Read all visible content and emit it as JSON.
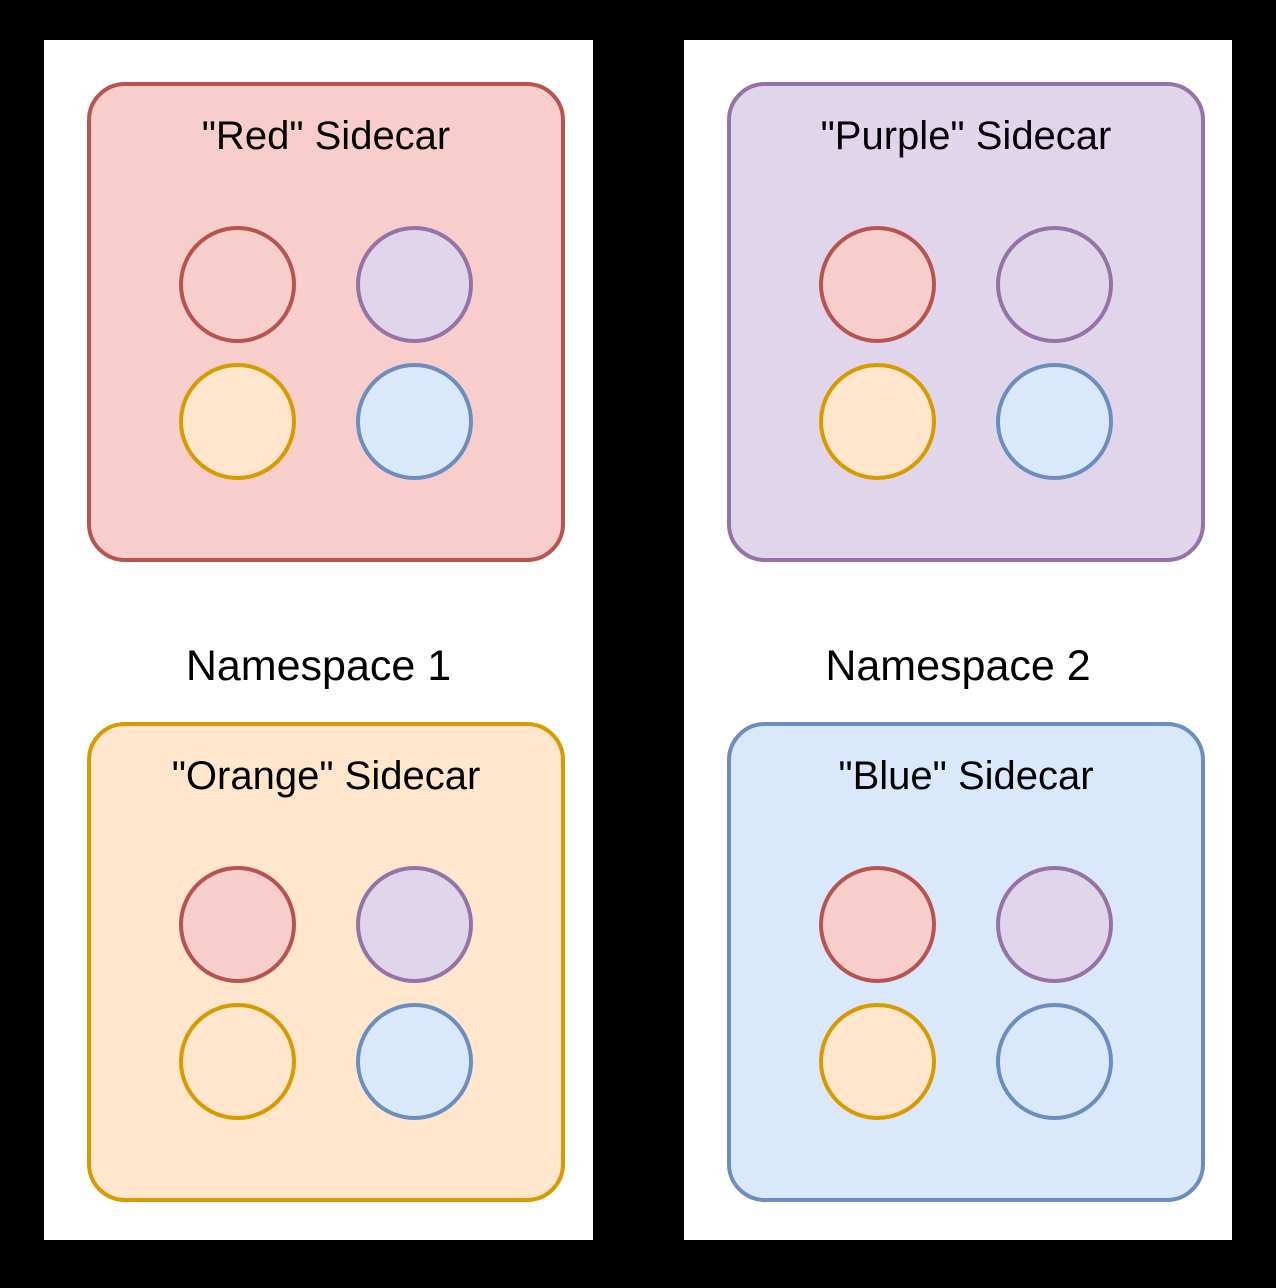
{
  "diagram": {
    "type": "service-mesh-sidecar-namespace-diagram",
    "background_color": "#000000",
    "column_background_color": "#ffffff"
  },
  "palette": {
    "red": {
      "fill": "#f8cecc",
      "stroke": "#b85450"
    },
    "purple": {
      "fill": "#e1d5ec",
      "stroke": "#9673a6"
    },
    "orange": {
      "fill": "#ffe6cc",
      "stroke": "#d79b00"
    },
    "blue": {
      "fill": "#dae8fc",
      "stroke": "#6c8ebf"
    }
  },
  "namespaces": [
    {
      "label": "Namespace 1",
      "sidecars": [
        {
          "title": "\"Red\" Sidecar",
          "color": "red",
          "dots": [
            {
              "color": "red",
              "filled": false
            },
            {
              "color": "purple",
              "filled": true
            },
            {
              "color": "orange",
              "filled": true
            },
            {
              "color": "blue",
              "filled": true
            }
          ]
        },
        {
          "title": "\"Orange\" Sidecar",
          "color": "orange",
          "dots": [
            {
              "color": "red",
              "filled": true
            },
            {
              "color": "purple",
              "filled": true
            },
            {
              "color": "orange",
              "filled": false
            },
            {
              "color": "blue",
              "filled": true
            }
          ]
        }
      ]
    },
    {
      "label": "Namespace 2",
      "sidecars": [
        {
          "title": "\"Purple\" Sidecar",
          "color": "purple",
          "dots": [
            {
              "color": "red",
              "filled": true
            },
            {
              "color": "purple",
              "filled": false
            },
            {
              "color": "orange",
              "filled": true
            },
            {
              "color": "blue",
              "filled": true
            }
          ]
        },
        {
          "title": "\"Blue\" Sidecar",
          "color": "blue",
          "dots": [
            {
              "color": "red",
              "filled": true
            },
            {
              "color": "purple",
              "filled": true
            },
            {
              "color": "orange",
              "filled": true
            },
            {
              "color": "blue",
              "filled": false
            }
          ]
        }
      ]
    }
  ]
}
